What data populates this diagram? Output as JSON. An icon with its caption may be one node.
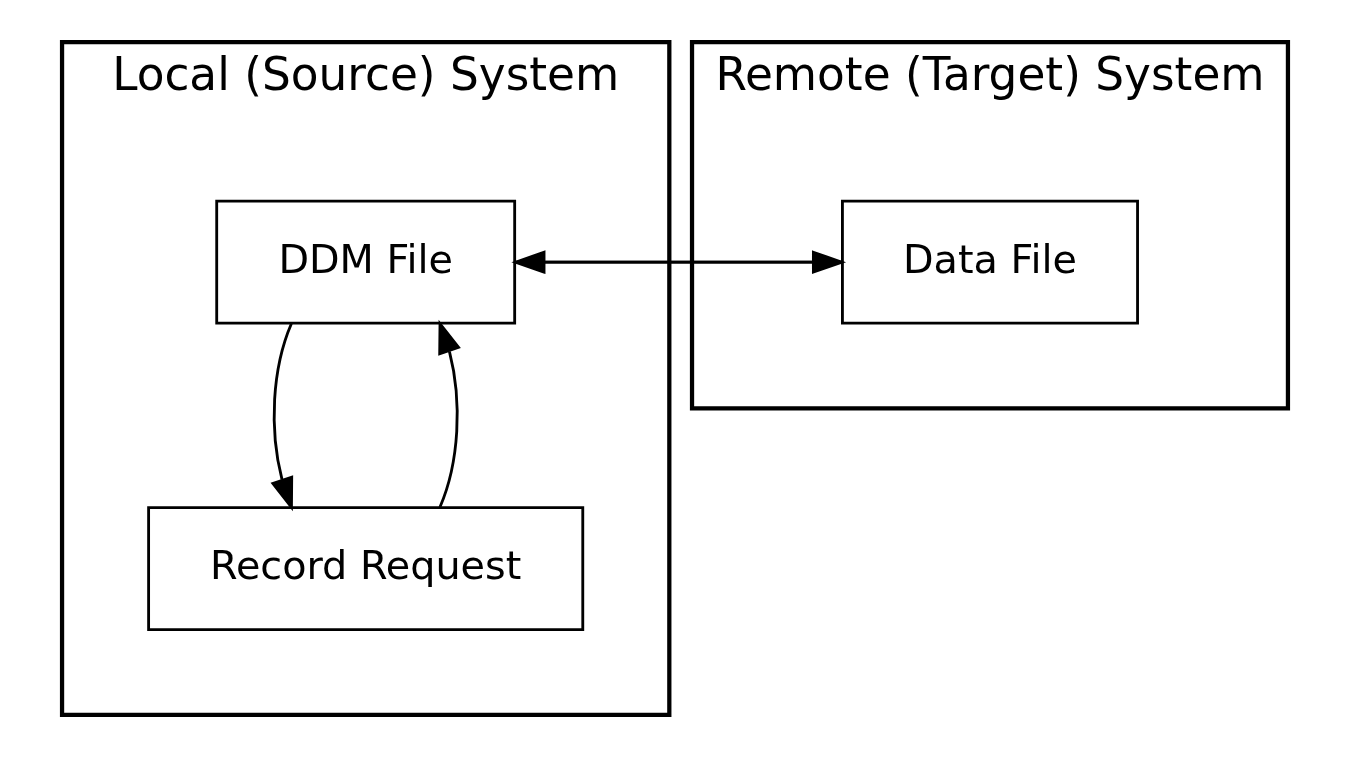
{
  "diagram": {
    "nodes": [
      {
        "text": [
          "Local (Source) System"
        ]
      },
      {
        "text": [
          "DDM File"
        ],
        "in": 0
      },
      {
        "text": [
          "Record Request"
        ],
        "in": 0
      },
      {
        "text": [
          "Remote (Target) System"
        ]
      },
      {
        "text": [
          "Data File"
        ],
        "in": 3
      }
    ],
    "edges": [
      {
        "from": 1,
        "to": 4,
        "arrow": "to"
      },
      {
        "from": 4,
        "to": 1,
        "arrow": "to"
      },
      {
        "from": 2,
        "to": 1,
        "arrow": "to"
      },
      {
        "from": 1,
        "to": 2,
        "arrow": "to"
      }
    ]
  }
}
